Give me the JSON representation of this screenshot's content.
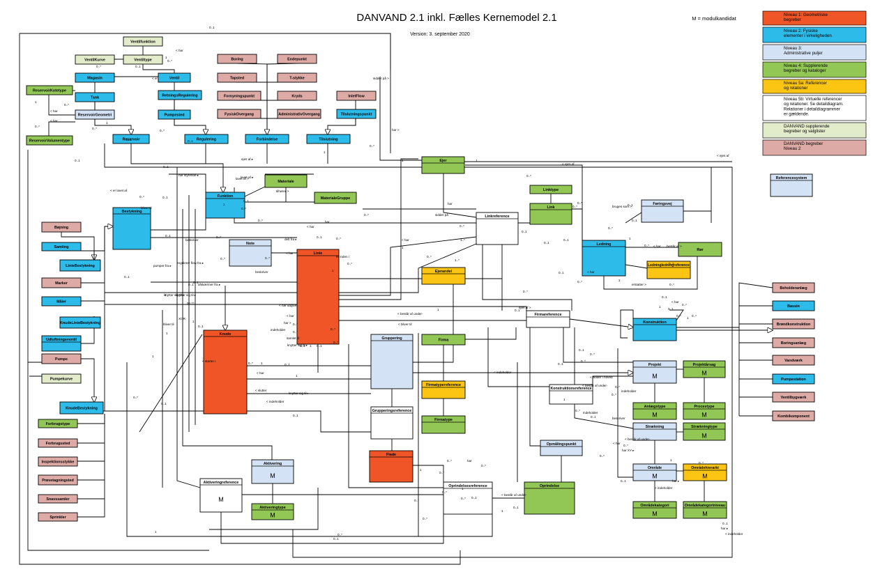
{
  "title": "DANVAND 2.1 inkl. Fælles Kernemodel 2.1",
  "version": "Version: 3. september 2020",
  "module_note": "M = modulkandidat",
  "colors": {
    "n1": "#ef5526",
    "n2": "#2dbbea",
    "n3": "#d3e2f4",
    "n4": "#92c756",
    "n5a": "#fcc513",
    "n5b": "#ffffff",
    "dv_sup": "#e2eccb",
    "dv_n2": "#deaaa6"
  },
  "legend": [
    {
      "color": "n1",
      "lines": [
        "Niveau 1: Geometriske",
        "begreber"
      ]
    },
    {
      "color": "n2",
      "lines": [
        "Niveau 2: Fysiske",
        "elementer i virkeligheden"
      ]
    },
    {
      "color": "n3",
      "lines": [
        "Niveau 3:",
        "Administrative puljer"
      ]
    },
    {
      "color": "n4",
      "lines": [
        "Niveau 4: Supplerende",
        "begreber og kataloger"
      ]
    },
    {
      "color": "n5a",
      "lines": [
        "Niveau 5a: Referencer",
        "og relationer"
      ]
    },
    {
      "color": "n5b",
      "lines": [
        "Niveau 5b: Virtuelle referencer",
        "og relationer. Se detaildiagram.",
        "Relationer i detaildiagrammer",
        "er gældende."
      ]
    },
    {
      "color": "dv_sup",
      "lines": [
        "DANVAND supplerende",
        "begreber og valglister"
      ]
    },
    {
      "color": "dv_n2",
      "lines": [
        "DANVAND begreber",
        "Niveau 2"
      ]
    }
  ],
  "classes": [
    {
      "id": "ventilfunktion",
      "label": "Ventilfunktion",
      "color": "dv_sup"
    },
    {
      "id": "ventiltype",
      "label": "Ventiltype",
      "color": "dv_sup"
    },
    {
      "id": "ventilkurve",
      "label": "VentilKurve",
      "color": "dv_sup"
    },
    {
      "id": "magasin",
      "label": "Magasin",
      "color": "n2"
    },
    {
      "id": "ventil",
      "label": "Ventil",
      "color": "n2"
    },
    {
      "id": "reservoirkotetype",
      "label": "ReservoirKotetype",
      "color": "n4"
    },
    {
      "id": "tank",
      "label": "Tank",
      "color": "n2"
    },
    {
      "id": "retningsregulering",
      "label": "RetningsRegulering",
      "color": "n2"
    },
    {
      "id": "reservoirgeometri",
      "label": "ReservoirGeometri",
      "color": "n3"
    },
    {
      "id": "pumpested",
      "label": "Pumpested",
      "color": "n2"
    },
    {
      "id": "reservoirvolumentype",
      "label": "ReservoirVolumentype",
      "color": "n4"
    },
    {
      "id": "reservoir",
      "label": "Reservoir",
      "color": "n2"
    },
    {
      "id": "regulering",
      "label": "Regulering",
      "color": "n2"
    },
    {
      "id": "forbindelse",
      "label": "Forbindelse",
      "color": "n2"
    },
    {
      "id": "tilslutning",
      "label": "Tilslutning",
      "color": "n2"
    },
    {
      "id": "boring",
      "label": "Boring",
      "color": "dv_n2"
    },
    {
      "id": "endepunkt",
      "label": "Endepunkt",
      "color": "dv_n2"
    },
    {
      "id": "tapsted",
      "label": "Tapsted",
      "color": "dv_n2"
    },
    {
      "id": "tstykke",
      "label": "T-stykke",
      "color": "dv_n2"
    },
    {
      "id": "fornyningspunkt",
      "label": "Fornyningspunkt",
      "color": "dv_n2"
    },
    {
      "id": "kryds",
      "label": "Kryds",
      "color": "dv_n2"
    },
    {
      "id": "fysiskovergang",
      "label": "FysiskOvergang",
      "color": "dv_n2"
    },
    {
      "id": "administrativovergang",
      "label": "AdministrativOvergang",
      "color": "dv_n2"
    },
    {
      "id": "inletflow",
      "label": "InletFlow",
      "color": "dv_n2"
    },
    {
      "id": "tilslutningspunkt",
      "label": "Tilslutningspunkt",
      "color": "n2"
    },
    {
      "id": "ejer",
      "label": "Ejer",
      "color": "n4"
    },
    {
      "id": "materiale",
      "label": "Materiale",
      "color": "n4"
    },
    {
      "id": "materialegruppe",
      "label": "MaterialeGruppe",
      "color": "n4"
    },
    {
      "id": "funktion",
      "label": "Funktion",
      "color": "n2"
    },
    {
      "id": "bestykning",
      "label": "Bestykning",
      "color": "n2"
    },
    {
      "id": "linktype",
      "label": "Linktype",
      "color": "n4"
    },
    {
      "id": "link",
      "label": "Link",
      "color": "n4"
    },
    {
      "id": "foeringsvej",
      "label": "Føringsvej",
      "color": "n3"
    },
    {
      "id": "linkreference",
      "label": "Linkreference",
      "color": "n5b"
    },
    {
      "id": "referencesystem",
      "label": "Referencesystem",
      "color": "n3"
    },
    {
      "id": "boejning",
      "label": "Bøjning",
      "color": "dv_n2"
    },
    {
      "id": "samling",
      "label": "Samling",
      "color": "n2"
    },
    {
      "id": "liniebestykning",
      "label": "LinieBestykning",
      "color": "n2"
    },
    {
      "id": "note",
      "label": "Note",
      "color": "n3"
    },
    {
      "id": "linie",
      "label": "Linie",
      "color": "n1"
    },
    {
      "id": "ledning",
      "label": "Ledning",
      "color": "n2"
    },
    {
      "id": "roer",
      "label": "Rør",
      "color": "n4"
    },
    {
      "id": "ejerandel",
      "label": "Ejerandel",
      "color": "n5a"
    },
    {
      "id": "ledningledningreference",
      "label": "Ledningledningreference",
      "color": "n5a"
    },
    {
      "id": "marker",
      "label": "Marker",
      "color": "dv_n2"
    },
    {
      "id": "maaler",
      "label": "Måler",
      "color": "n2"
    },
    {
      "id": "knudeliniebestykning",
      "label": "KnudeLinieBestykning",
      "color": "n2"
    },
    {
      "id": "udluftningsventil",
      "label": "Udluftningsventil",
      "color": "n2"
    },
    {
      "id": "pumpe",
      "label": "Pumpe",
      "color": "dv_n2"
    },
    {
      "id": "pumpekurve",
      "label": "Pumpekurve",
      "color": "dv_sup"
    },
    {
      "id": "knude",
      "label": "Knude",
      "color": "n1"
    },
    {
      "id": "firmareference",
      "label": "Firmareference",
      "color": "n5b"
    },
    {
      "id": "konstruktion",
      "label": "Konstruktion",
      "color": "n2"
    },
    {
      "id": "gruppering",
      "label": "Gruppering",
      "color": "n3"
    },
    {
      "id": "firma",
      "label": "Firma",
      "color": "n4"
    },
    {
      "id": "firmatypereference",
      "label": "Firmatypereference",
      "color": "n5a"
    },
    {
      "id": "firmatype",
      "label": "Firmatype",
      "color": "n4"
    },
    {
      "id": "grupperingsreference",
      "label": "Grupperingsreference",
      "color": "n5b"
    },
    {
      "id": "projekt",
      "label": "Projekt",
      "color": "n3",
      "m": true
    },
    {
      "id": "projektaarsag",
      "label": "Projektårsag",
      "color": "n4",
      "m": true
    },
    {
      "id": "konstruktionsreference",
      "label": "Konstruktionsreference",
      "color": "n5b"
    },
    {
      "id": "anlaegstype",
      "label": "Anlægstype",
      "color": "n4",
      "m": true
    },
    {
      "id": "procestype",
      "label": "Procestype",
      "color": "n4",
      "m": true
    },
    {
      "id": "straekning",
      "label": "Strækning",
      "color": "n3"
    },
    {
      "id": "straekningtype",
      "label": "Strækningtype",
      "color": "n4",
      "m": true
    },
    {
      "id": "knudebestykning",
      "label": "KnudeBestykning",
      "color": "n2"
    },
    {
      "id": "forbrugstype",
      "label": "Forbrugstype",
      "color": "n4"
    },
    {
      "id": "forbrugssted",
      "label": "Forbrugssted",
      "color": "dv_n2"
    },
    {
      "id": "opmaalingspunkt",
      "label": "Opmålingspunkt",
      "color": "n3"
    },
    {
      "id": "flade",
      "label": "Flade",
      "color": "n1"
    },
    {
      "id": "omraade",
      "label": "Område",
      "color": "n3",
      "m": true
    },
    {
      "id": "omraadehierarki",
      "label": "Områdehierarki",
      "color": "n5a",
      "m": true
    },
    {
      "id": "inspektionsstykke",
      "label": "Inspektionsstykke",
      "color": "dv_n2"
    },
    {
      "id": "aktivering",
      "label": "Aktivering",
      "color": "n3",
      "m": true
    },
    {
      "id": "aktiveringreference",
      "label": "Aktiveringreference",
      "color": "n5b",
      "m": true
    },
    {
      "id": "proevetagningsted",
      "label": "Prøvetagningsted",
      "color": "dv_n2"
    },
    {
      "id": "oprindelsesreference",
      "label": "Oprindelsesreference",
      "color": "n5b"
    },
    {
      "id": "oprindelse",
      "label": "Oprindelse",
      "color": "n4"
    },
    {
      "id": "snavssamler",
      "label": "Snavssamler",
      "color": "dv_n2"
    },
    {
      "id": "aktiveringtype",
      "label": "Aktiveringtype",
      "color": "n4",
      "m": true
    },
    {
      "id": "omraadekategori",
      "label": "Områdekategori",
      "color": "n4",
      "m": true
    },
    {
      "id": "omraadekategoriniveau",
      "label": "Områdekategoriniveau",
      "color": "n4",
      "m": true
    },
    {
      "id": "sprinkler",
      "label": "Sprinkler",
      "color": "dv_n2"
    },
    {
      "id": "beholderanlaeg",
      "label": "Beholderanlæg",
      "color": "dv_n2"
    },
    {
      "id": "bassin",
      "label": "Bassin",
      "color": "n2"
    },
    {
      "id": "broendkonstruktion",
      "label": "Brøndkonstruktion",
      "color": "dv_n2"
    },
    {
      "id": "boringsanlaeg",
      "label": "Boringsanlæg",
      "color": "dv_n2"
    },
    {
      "id": "vandvaerk",
      "label": "Vandværk",
      "color": "dv_n2"
    },
    {
      "id": "pumpestation",
      "label": "Pumpestation",
      "color": "n2"
    },
    {
      "id": "ventilbygvaerk",
      "label": "Ventilbygværk",
      "color": "dv_n2"
    },
    {
      "id": "kombikomponent",
      "label": "Kombikomponent",
      "color": "dv_n2"
    }
  ],
  "labels": [
    "0..1",
    "< har",
    "0..*",
    "1",
    "0..*",
    "0..1",
    "< er",
    "< har",
    "< har",
    "0..*",
    "1",
    "0..*",
    "0..*",
    "1",
    "0..*",
    "sidder på >",
    "har >",
    "0..1",
    "0..1",
    "0..1",
    "0..*",
    "1",
    "ejes af ▸",
    "< ejes af",
    "< ejes af",
    "1",
    "1",
    "0..1",
    "har styrende ▸",
    "lavet af ▸",
    "0..*",
    "< er lavet af",
    "0..*",
    "0..1",
    "bliver til",
    "0..1",
    "1",
    "lavet af >",
    "tilhører >",
    "0..*",
    "0..*",
    "0..*",
    "har",
    "sidder på",
    "< har",
    "0..*",
    "0..*",
    "har",
    "bruges som >",
    "0..1",
    "0..1",
    "1",
    "0..*",
    "0..1",
    "0..1",
    "beskriver",
    "0..*",
    "delt fra ▸",
    "0..1",
    "< har",
    "0..*",
    "er inden i",
    "1",
    "0..*",
    "0..*",
    "1..*",
    "0..*",
    "1",
    "< har",
    "1..*",
    "0..1",
    "0..1",
    "0..*",
    "består af >",
    "0..1",
    "< har",
    "regulerer flow fra ▸",
    "0..*",
    "0..*",
    "beskriver",
    "erstatter >",
    "1",
    "< har",
    "0..*",
    "0..1",
    "0..*",
    "0..1",
    "pumper fra ▸",
    "1",
    "0..1",
    "knytter sig til ▸",
    "0..1",
    "afskærmer fra ▸",
    "knytter sig til ▸",
    "0..1",
    "00.11",
    "< har udgiver",
    "0..*",
    "ejes af >",
    "0..1",
    "1",
    "< består af under-",
    "< bliver til",
    "1",
    "0..*",
    "0..1",
    "0..*",
    "0..*",
    "< har",
    "1",
    "XOR",
    "bliver til",
    "1",
    "0..1",
    "1",
    "< har",
    "0..*",
    "indeholder",
    "samlet til",
    "0..*",
    "0..*",
    "har >",
    "1",
    "0..1",
    "0..1",
    "0..*",
    "knytter sig til ▸",
    "1",
    "< starter i",
    "0..*",
    "0..1",
    "1",
    "< har",
    "1",
    "< slutter",
    "< indeholder",
    "0..1",
    "0..*",
    "0..*",
    "0..1",
    "< sidder i hoved",
    "< består af under-",
    "0..*",
    "indeholder",
    "0..*",
    "knytter sig til ▸",
    "beskriver",
    "0..*",
    "0..1",
    "< indeholder",
    "1",
    "0..*",
    "0..1",
    "indeholder",
    "0..1",
    "< består af under-",
    "0..*",
    "< har",
    "har XY ▸",
    "0..*",
    "0..1",
    "0..*",
    "har",
    "0..*",
    "1",
    "0..*",
    "0..*",
    "1",
    "0..*",
    "0..1",
    "< består af under-",
    "0..1",
    "0..*",
    "0..*",
    "1",
    "1",
    "har ▸",
    "< indeholder",
    "0..*",
    "har ▸",
    "< indeholder",
    "0..1",
    "1",
    "0..1",
    "0..*"
  ]
}
